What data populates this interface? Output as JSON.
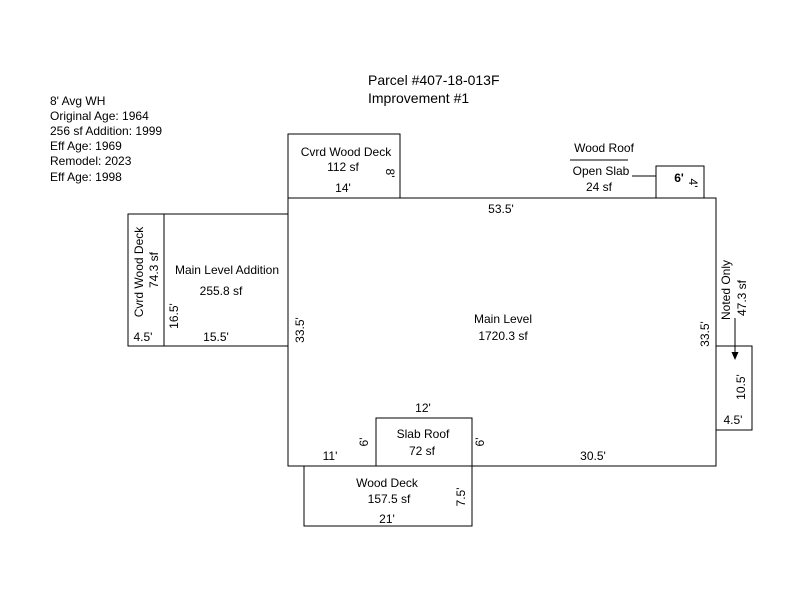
{
  "header": {
    "parcel": "Parcel #407-18-013F",
    "improvement": "Improvement #1"
  },
  "notes": [
    "8' Avg WH",
    "Original Age: 1964",
    "256 sf Addition: 1999",
    "Eff Age: 1969",
    "Remodel: 2023",
    "Eff Age: 1998"
  ],
  "areas": {
    "main_level": {
      "label": "Main Level",
      "area": "1720.3 sf",
      "top": "53.5'",
      "left": "33.5'",
      "right": "33.5'",
      "bottom_right": "30.5'",
      "bottom_left": "11'"
    },
    "addition": {
      "label": "Main Level Addition",
      "area": "255.8 sf",
      "height": "16.5'",
      "width": "15.5'"
    },
    "cvrd_deck_left": {
      "label": "Cvrd Wood Deck",
      "area": "74.3 sf",
      "width": "4.5'"
    },
    "cvrd_deck_top": {
      "label": "Cvrd Wood Deck",
      "area": "112 sf",
      "width": "14'",
      "height": "8'"
    },
    "open_slab": {
      "roof_label": "Wood Roof",
      "label": "Open Slab",
      "area": "24 sf",
      "width": "6'",
      "height": "4'"
    },
    "slab_roof": {
      "label": "Slab Roof",
      "area": "72 sf",
      "width": "12'",
      "left_height": "6'",
      "right_height": "6'"
    },
    "wood_deck": {
      "label": "Wood Deck",
      "area": "157.5 sf",
      "width": "21'",
      "height": "7.5'"
    },
    "noted_only": {
      "label": "Noted Only",
      "area": "47.3 sf",
      "height": "10.5'",
      "width": "4.5'"
    }
  },
  "colors": {
    "line": "#000000",
    "background": "#ffffff"
  }
}
